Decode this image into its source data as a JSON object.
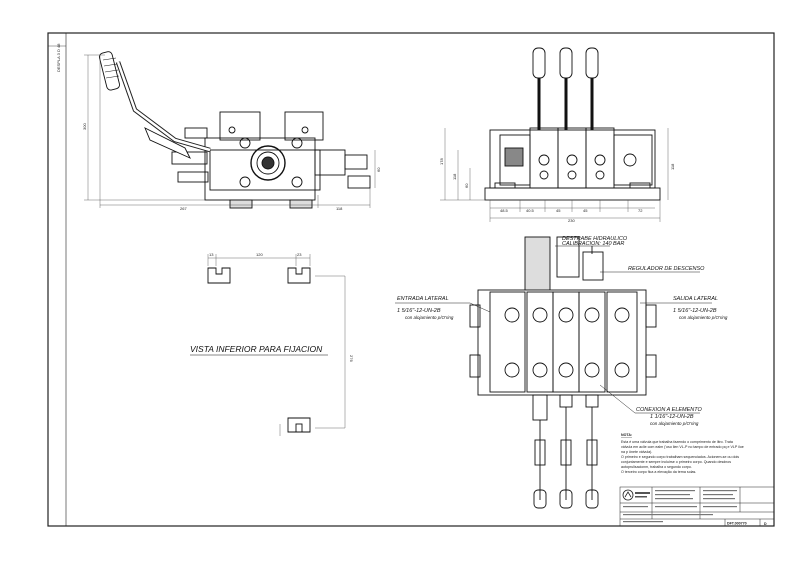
{
  "sheet": {
    "side_tag": "DESPLA 3 D 48"
  },
  "views": {
    "bottom_view_title": "VISTA INFERIOR PARA FIJACION"
  },
  "dimensions": {
    "side_total_left": "267",
    "side_total_right": "118",
    "side_height": "300",
    "side_small": "60",
    "front_width": "230",
    "front_widths": [
      "48.5",
      "40.5",
      "45",
      "45",
      "72"
    ],
    "front_height_a": "178",
    "front_height_b": "118",
    "front_height_c": "60",
    "bottom_top": "120",
    "bottom_side": "276",
    "bottom_slot_a": "13",
    "bottom_slot_b": "23"
  },
  "callouts": {
    "destrabe_line1": "DESTRABE HIDRAULICO",
    "destrabe_line2": "CALIBRACION: 140 BAR",
    "regulador": "REGULADOR DE DESCENSO",
    "entrada_title": "ENTRADA LATERAL",
    "entrada_spec": "1 5/16\"-12-UN-2B",
    "entrada_note": "con alojamiento p/O'ring",
    "salida_title": "SALIDA LATERAL",
    "salida_spec": "1 5/16\"-12-UN-2B",
    "salida_note": "con alojamiento p/O'ring",
    "conexion_title": "CONEXION A ELEMENTO",
    "conexion_spec": "1 1/16\"-12-UN-2B",
    "conexion_note": "con alojamiento p/O'ring"
  },
  "notes": {
    "heading": "NOTA:",
    "lines": [
      "Esta é uma válvula que trabalha fazendo o comprimento de litro. Trata",
      "válvula em aclie com ealm ('oso lien VL-P no tampo de entrado pq e VLP iloe",
      "na p ônete válvula).",
      "O primeiro e segundo corpo trabalham sequenciados. Acionem-se ou dois",
      "conjuntamente e sempre incluirse o primeiro corpo. Quando desdnos",
      "aotoprulisacionm, trabalha o segundo corpo.",
      "O terceiro corpo fica a elevação da terna solas."
    ]
  },
  "title_block": {
    "company": "",
    "drawing_number": "COMANDO HID",
    "revision": "",
    "code": "DFT.000770",
    "sheet_letter": "D"
  }
}
